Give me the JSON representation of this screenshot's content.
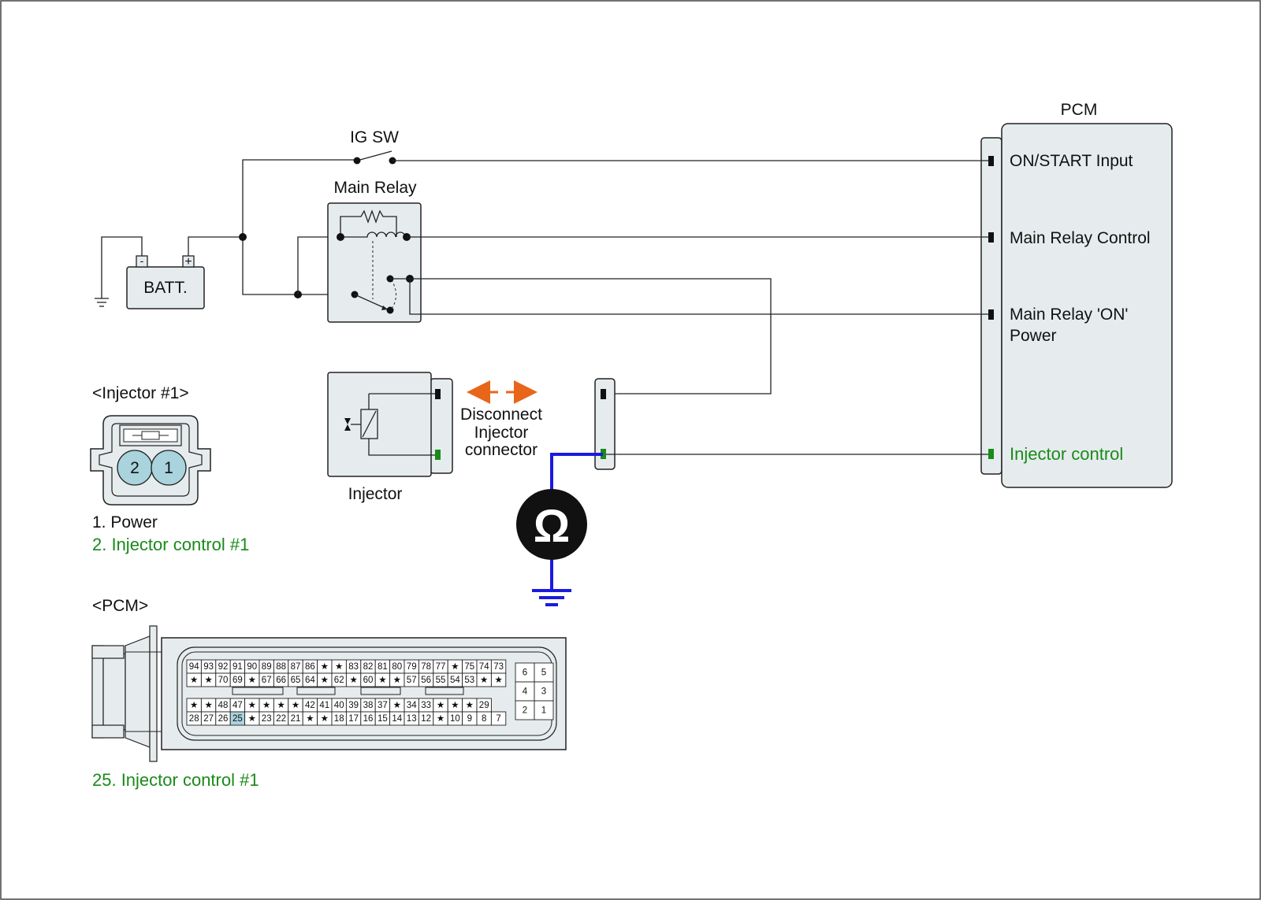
{
  "components": {
    "ig_sw": "IG SW",
    "main_relay": "Main Relay",
    "battery": "BATT.",
    "battery_neg": "-",
    "battery_pos": "+",
    "injector": "Injector",
    "pcm": "PCM"
  },
  "pcm_terminals": {
    "on_start": "ON/START Input",
    "relay_control": "Main Relay Control",
    "relay_on_power_1": "Main Relay 'ON'",
    "relay_on_power_2": "Power",
    "injector_control": "Injector control"
  },
  "instruction": {
    "line1": "Disconnect",
    "line2": "Injector",
    "line3": "connector"
  },
  "ohmmeter": {
    "symbol": "Ω"
  },
  "injector_connector": {
    "title": "<Injector #1>",
    "pin_left": "2",
    "pin_right": "1",
    "legend_1": "1. Power",
    "legend_2": "2. Injector control #1"
  },
  "pcm_connector": {
    "title": "<PCM>",
    "legend": "25. Injector control #1",
    "highlight_pin": "25",
    "rows": [
      [
        "94",
        "93",
        "92",
        "91",
        "90",
        "89",
        "88",
        "87",
        "86",
        "★",
        "★",
        "83",
        "82",
        "81",
        "80",
        "79",
        "78",
        "77",
        "★",
        "75",
        "74",
        "73"
      ],
      [
        "★",
        "★",
        "70",
        "69",
        "★",
        "67",
        "66",
        "65",
        "64",
        "★",
        "62",
        "★",
        "60",
        "★",
        "★",
        "57",
        "56",
        "55",
        "54",
        "53",
        "★",
        "★"
      ],
      [
        "★",
        "★",
        "48",
        "47",
        "★",
        "★",
        "★",
        "★",
        "42",
        "41",
        "40",
        "39",
        "38",
        "37",
        "★",
        "34",
        "33",
        "★",
        "★",
        "★",
        "29"
      ],
      [
        "28",
        "27",
        "26",
        "25",
        "★",
        "23",
        "22",
        "21",
        "★",
        "★",
        "18",
        "17",
        "16",
        "15",
        "14",
        "13",
        "12",
        "★",
        "10",
        "9",
        "8",
        "7"
      ]
    ],
    "aux_grid": [
      [
        "6",
        "5"
      ],
      [
        "4",
        "3"
      ],
      [
        "2",
        "1"
      ]
    ]
  },
  "colors": {
    "accent_green": "#1a8a1a",
    "probe_blue": "#1a1adf",
    "arrow_orange": "#e8661a",
    "panel_fill": "#e6eced",
    "highlight_pin": "#a9d3dd"
  }
}
